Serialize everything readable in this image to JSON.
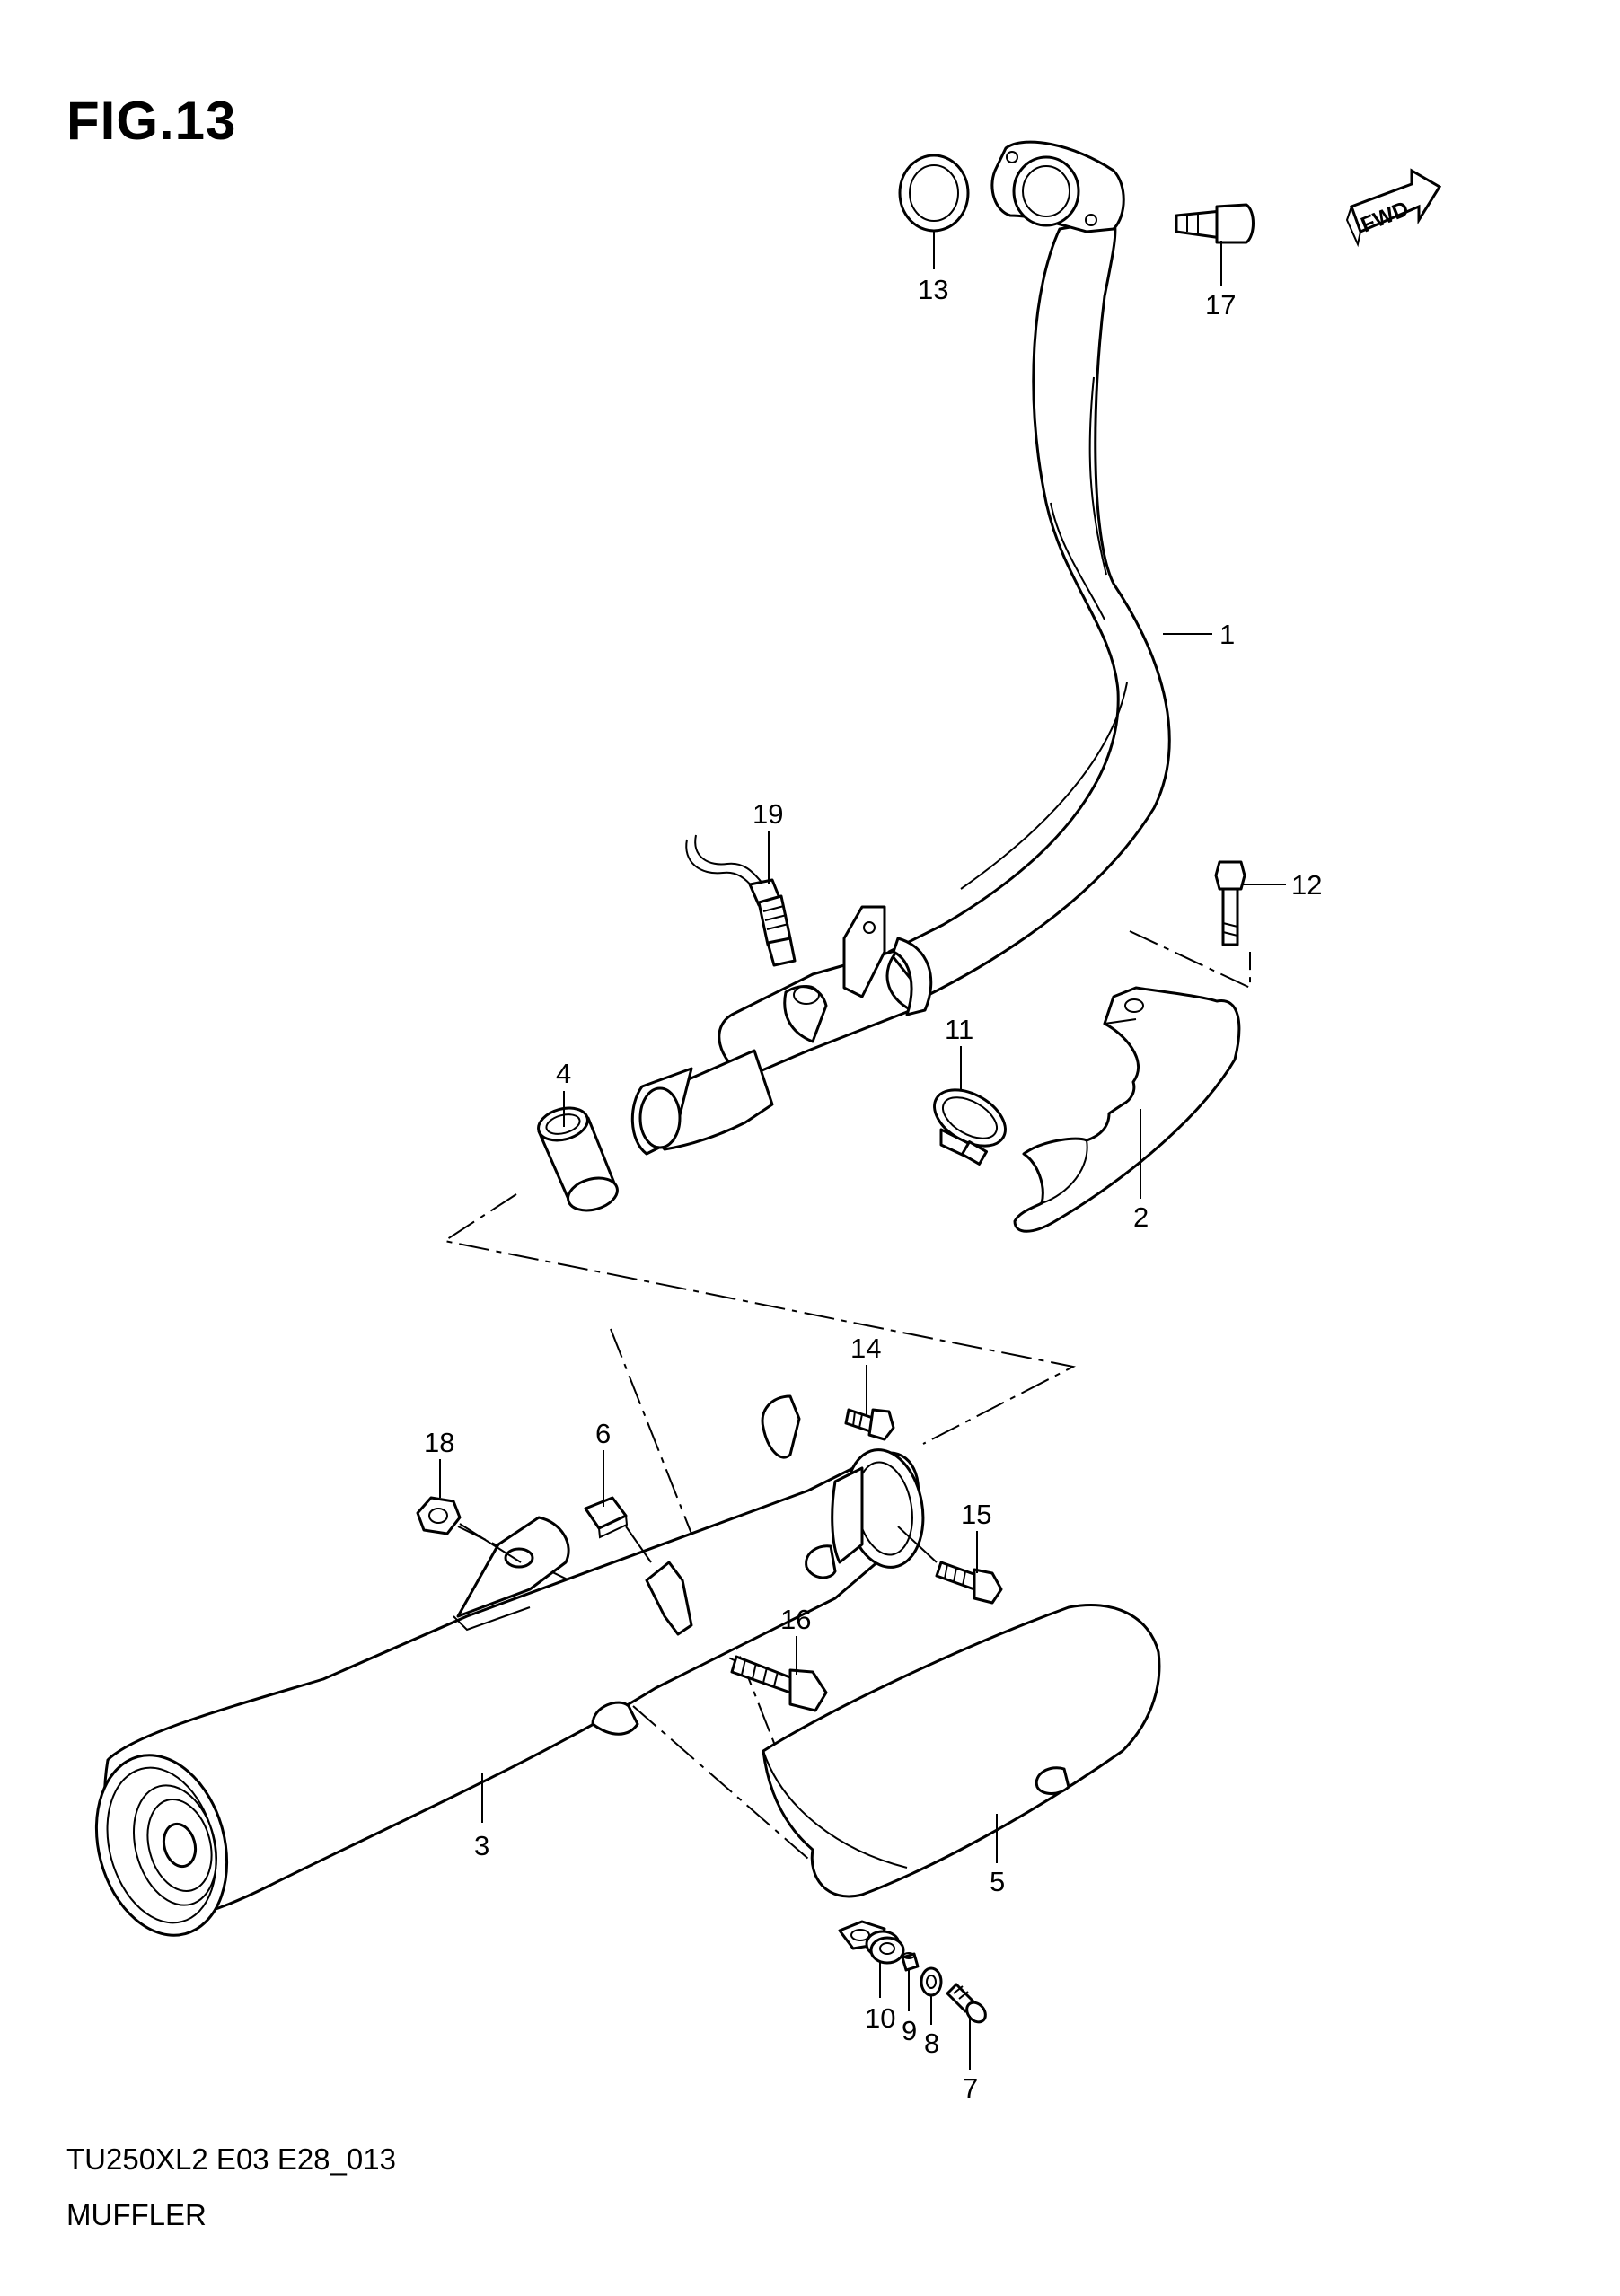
{
  "figure": {
    "title": "FIG.13",
    "drawing_code": "TU250XL2 E03 E28_013",
    "section_name": "MUFFLER",
    "direction_badge": "FWD",
    "direction_icon": "forward-arrow-icon"
  },
  "callouts": [
    {
      "id": "callout-1",
      "label": "1"
    },
    {
      "id": "callout-2",
      "label": "2"
    },
    {
      "id": "callout-3",
      "label": "3"
    },
    {
      "id": "callout-4",
      "label": "4"
    },
    {
      "id": "callout-5",
      "label": "5"
    },
    {
      "id": "callout-6",
      "label": "6"
    },
    {
      "id": "callout-7",
      "label": "7"
    },
    {
      "id": "callout-8",
      "label": "8"
    },
    {
      "id": "callout-9",
      "label": "9"
    },
    {
      "id": "callout-10",
      "label": "10"
    },
    {
      "id": "callout-11",
      "label": "11"
    },
    {
      "id": "callout-12",
      "label": "12"
    },
    {
      "id": "callout-13",
      "label": "13"
    },
    {
      "id": "callout-14",
      "label": "14"
    },
    {
      "id": "callout-15",
      "label": "15"
    },
    {
      "id": "callout-16",
      "label": "16"
    },
    {
      "id": "callout-17",
      "label": "17"
    },
    {
      "id": "callout-18",
      "label": "18"
    },
    {
      "id": "callout-19",
      "label": "19"
    }
  ]
}
